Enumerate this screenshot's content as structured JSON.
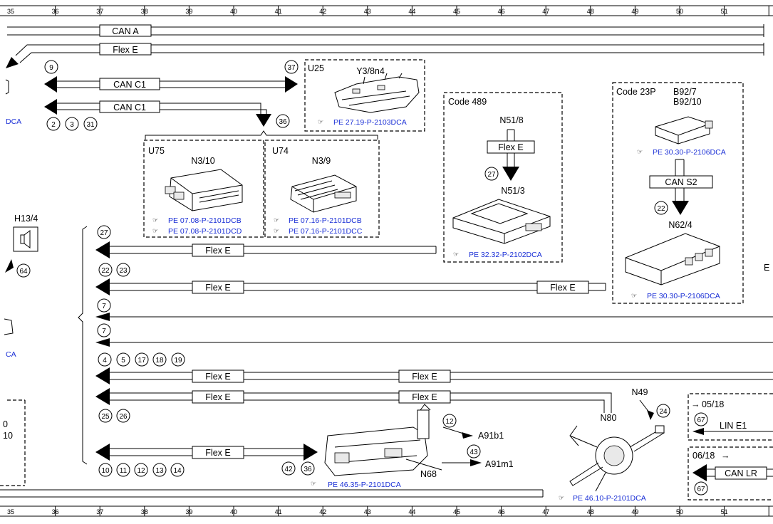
{
  "ruler": [
    "35",
    "36",
    "37",
    "38",
    "39",
    "40",
    "41",
    "42",
    "43",
    "44",
    "45",
    "46",
    "47",
    "48",
    "49",
    "50",
    "51"
  ],
  "bus": {
    "can_a": "CAN A",
    "flex_e": "Flex E",
    "can_c1": "CAN C1",
    "can_s2": "CAN S2",
    "lin_e1": "LIN E1",
    "can_lr": "CAN LR"
  },
  "groups": {
    "u25": "U25",
    "u75": "U75",
    "u74": "U74",
    "code489": "Code 489",
    "code23p": "Code 23P",
    "date1": "05/18",
    "date2": "06/18"
  },
  "components": {
    "y3_8n4": "Y3/8n4",
    "n3_10": "N3/10",
    "n3_9": "N3/9",
    "n51_8": "N51/8",
    "n51_3": "N51/3",
    "b92_7": "B92/7",
    "b92_10": "B92/10",
    "n62_4": "N62/4",
    "h13_4": "H13/4",
    "n49": "N49",
    "n80": "N80",
    "n68": "N68",
    "a91b1": "A91b1",
    "a91m1": "A91m1"
  },
  "refs": {
    "pe_27_19": "PE 27.19-P-2103DCA",
    "pe_07_08_b": "PE 07.08-P-2101DCB",
    "pe_07_08_d": "PE 07.08-P-2101DCD",
    "pe_07_16_b": "PE 07.16-P-2101DCB",
    "pe_07_16_c": "PE 07.16-P-2101DCC",
    "pe_32_32": "PE 32.32-P-2102DCA",
    "pe_30_30_a": "PE 30.30-P-2106DCA",
    "pe_30_30_b": "PE 30.30-P-2106DCA",
    "pe_46_35": "PE 46.35-P-2101DCA",
    "pe_46_10": "PE 46.10-P-2101DCA",
    "left_dca1": "DCA",
    "left_dca2": "CA"
  },
  "markers": {
    "m9": "9",
    "m37": "37",
    "m2": "2",
    "m3": "3",
    "m31": "31",
    "m36a": "36",
    "m27a": "27",
    "m22a": "22",
    "m27b": "27",
    "m64": "64",
    "m22b": "22",
    "m23": "23",
    "m7a": "7",
    "m7b": "7",
    "m4": "4",
    "m5": "5",
    "m17": "17",
    "m18": "18",
    "m19": "19",
    "m25": "25",
    "m26": "26",
    "m24": "24",
    "m12a": "12",
    "m43": "43",
    "m10": "10",
    "m11": "11",
    "m12b": "12",
    "m13": "13",
    "m14": "14",
    "m42": "42",
    "m36b": "36",
    "m67a": "67",
    "m67b": "67"
  },
  "edge": {
    "left1": "0",
    "left2": "10",
    "right_e": "E"
  }
}
